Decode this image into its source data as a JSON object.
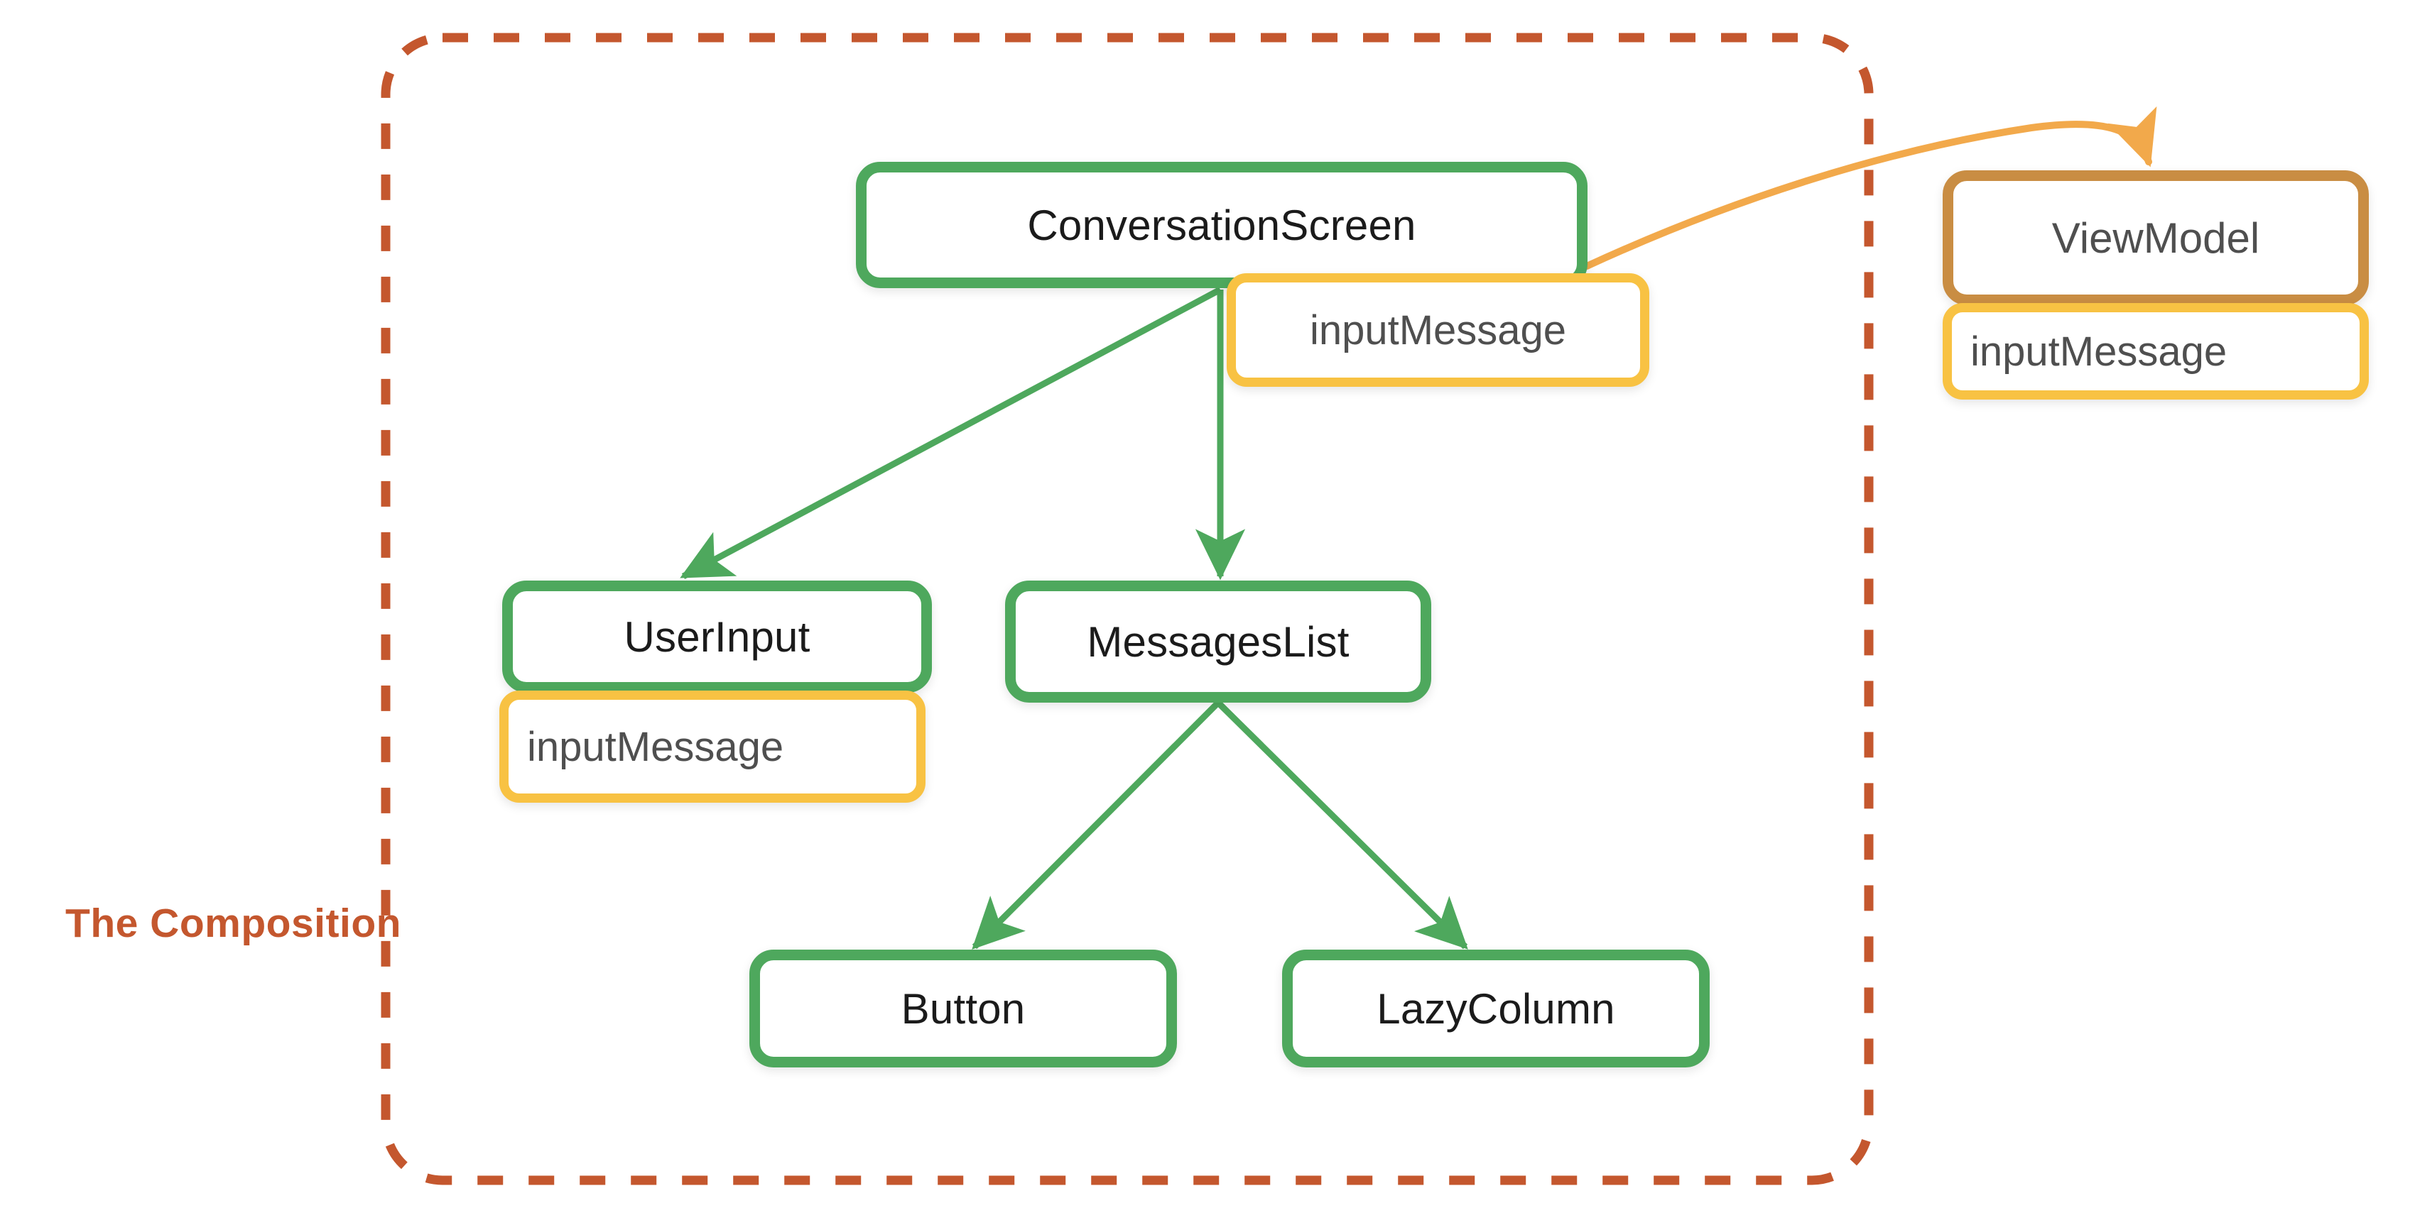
{
  "diagram": {
    "title": "Jetpack Compose state hoisting diagram",
    "colors": {
      "composable_border": "#4EA85D",
      "state_border": "#F8C243",
      "viewmodel_border": "#C98D43",
      "boundary_dashed": "#C4572E",
      "arrow_green": "#4EA85D",
      "arrow_orange": "#F2A94B",
      "node_fill": "#FFFFFF",
      "label_text": "#C4572E",
      "composable_text": "#1B1B1B",
      "state_text": "#4F4F4F"
    },
    "boundary": {
      "label": "The Composition",
      "style": "dashed-rounded-rect"
    },
    "nodes": [
      {
        "id": "conversation-screen",
        "label": "ConversationScreen",
        "kind": "composable"
      },
      {
        "id": "conversation-screen-state",
        "label": "inputMessage",
        "kind": "state"
      },
      {
        "id": "view-model",
        "label": "ViewModel",
        "kind": "viewmodel"
      },
      {
        "id": "view-model-state",
        "label": "inputMessage",
        "kind": "state"
      },
      {
        "id": "user-input",
        "label": "UserInput",
        "kind": "composable"
      },
      {
        "id": "user-input-state",
        "label": "inputMessage",
        "kind": "state"
      },
      {
        "id": "messages-list",
        "label": "MessagesList",
        "kind": "composable"
      },
      {
        "id": "button",
        "label": "Button",
        "kind": "composable"
      },
      {
        "id": "lazy-column",
        "label": "LazyColumn",
        "kind": "composable"
      }
    ],
    "edges": [
      {
        "from": "conversation-screen",
        "to": "user-input",
        "color": "green"
      },
      {
        "from": "conversation-screen",
        "to": "messages-list",
        "color": "green"
      },
      {
        "from": "conversation-screen",
        "to": "view-model",
        "color": "orange"
      },
      {
        "from": "messages-list",
        "to": "button",
        "color": "green"
      },
      {
        "from": "messages-list",
        "to": "lazy-column",
        "color": "green"
      }
    ]
  }
}
